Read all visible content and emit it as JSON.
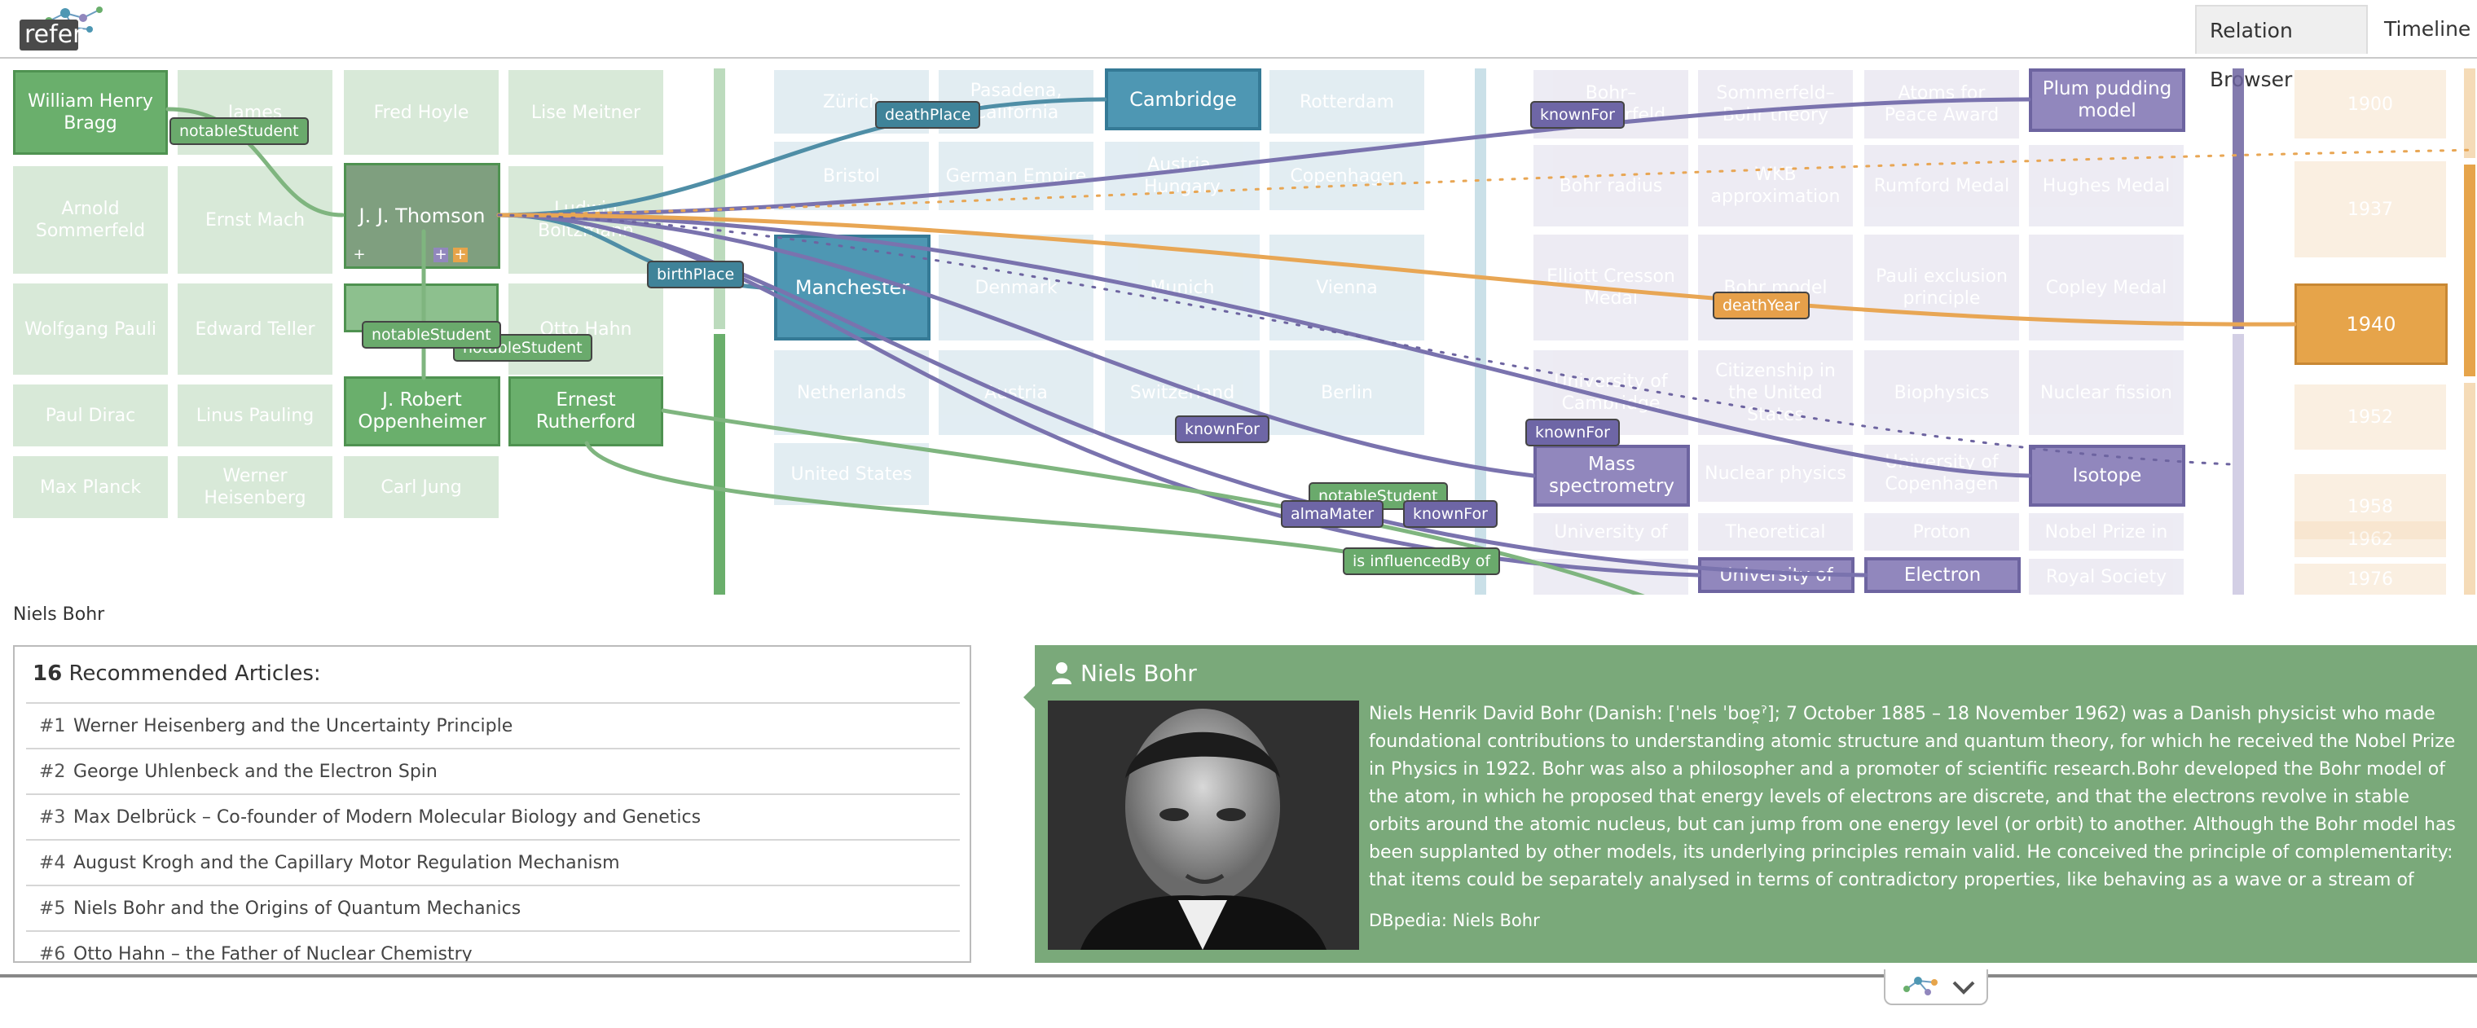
{
  "app": {
    "logo_text": "refer"
  },
  "nav": {
    "tabs": [
      {
        "label": "Relation Browser"
      },
      {
        "label": "Timeline"
      }
    ]
  },
  "colors": {
    "people": "#6aaf6c",
    "places": "#4e97b3",
    "concepts": "#9187bd",
    "years": "#e6a44a"
  },
  "people": [
    "William Henry Bragg",
    "James",
    "Fred Hoyle",
    "Lise Meitner",
    "Arnold Sommerfeld",
    "Ernst Mach",
    "J. J. Thomson",
    "Ludwig Boltzmann",
    "Wolfgang Pauli",
    "Edward Teller",
    "Otto Hahn",
    "Paul Dirac",
    "Linus Pauling",
    "J. Robert Oppenheimer",
    "Ernest Rutherford",
    "Max Planck",
    "Werner Heisenberg",
    "Carl Jung"
  ],
  "places": [
    "Zürich",
    "Pasadena, California",
    "Cambridge",
    "Rotterdam",
    "Bristol",
    "German Empire",
    "Austria-Hungary",
    "Copenhagen",
    "Manchester",
    "Denmark",
    "Munich",
    "Vienna",
    "Netherlands",
    "Austria",
    "Switzerland",
    "Berlin",
    "United States"
  ],
  "concepts": [
    "Bohr–Sommerfeld",
    "Sommerfeld–Bohr theory",
    "Atoms for Peace Award",
    "Plum pudding model",
    "Bohr radius",
    "WKB approximation",
    "Rumford Medal",
    "Hughes Medal",
    "Elliott Cresson Medal",
    "Bohr model",
    "Pauli exclusion principle",
    "Copley Medal",
    "University of Cambridge",
    "Citizenship in the United States",
    "Biophysics",
    "Nuclear fission",
    "Mass spectrometry",
    "Nuclear physics",
    "University of Copenhagen",
    "Isotope",
    "University of",
    "Theoretical",
    "Proton",
    "Nobel Prize in",
    "University of",
    "Electron",
    "Royal Society"
  ],
  "years": [
    "1900",
    "1937",
    "1940",
    "1952",
    "1958",
    "1962",
    "1976"
  ],
  "links": [
    "notableStudent",
    "deathPlace",
    "knownFor",
    "birthPlace",
    "deathYear",
    "notableStudent",
    "notableStudent",
    "knownFor",
    "knownFor",
    "notableStudent",
    "almaMater",
    "knownFor",
    "is influencedBy of"
  ],
  "status_text": "Niels Bohr",
  "articles": {
    "count": "16",
    "heading": "Recommended Articles:",
    "items": [
      {
        "num": "#1",
        "title": "Werner Heisenberg and the Uncertainty Principle"
      },
      {
        "num": "#2",
        "title": "George Uhlenbeck and the Electron Spin"
      },
      {
        "num": "#3",
        "title": "Max Delbrück – Co-founder of Modern Molecular Biology and Genetics"
      },
      {
        "num": "#4",
        "title": "August Krogh and the Capillary Motor Regulation Mechanism"
      },
      {
        "num": "#5",
        "title": "Niels Bohr and the Origins of Quantum Mechanics"
      },
      {
        "num": "#6",
        "title": "Otto Hahn – the Father of Nuclear Chemistry"
      }
    ]
  },
  "detail": {
    "title": "Niels Bohr",
    "text": "Niels Henrik David Bohr (Danish: [ˈnels ˈboɐ̯ˀ]; 7 October 1885 – 18 November 1962) was a Danish physicist who made foundational contributions to understanding atomic structure and quantum theory, for which he received the Nobel Prize in Physics in 1922. Bohr was also a philosopher and a promoter of scientific research.Bohr developed the Bohr model of the atom, in which he proposed that energy levels of electrons are discrete, and that the electrons revolve in stable orbits around the atomic nucleus, but can jump from one energy level (or orbit) to another. Although the Bohr model has been supplanted by other models, its underlying principles remain valid. He conceived the principle of complementarity: that items could be separately analysed in terms of contradictory properties, like behaving as a wave or a stream of particles. The notion of complementarity dominated Bohr's thinking in both science and",
    "source": "DBpedia: Niels Bohr"
  }
}
